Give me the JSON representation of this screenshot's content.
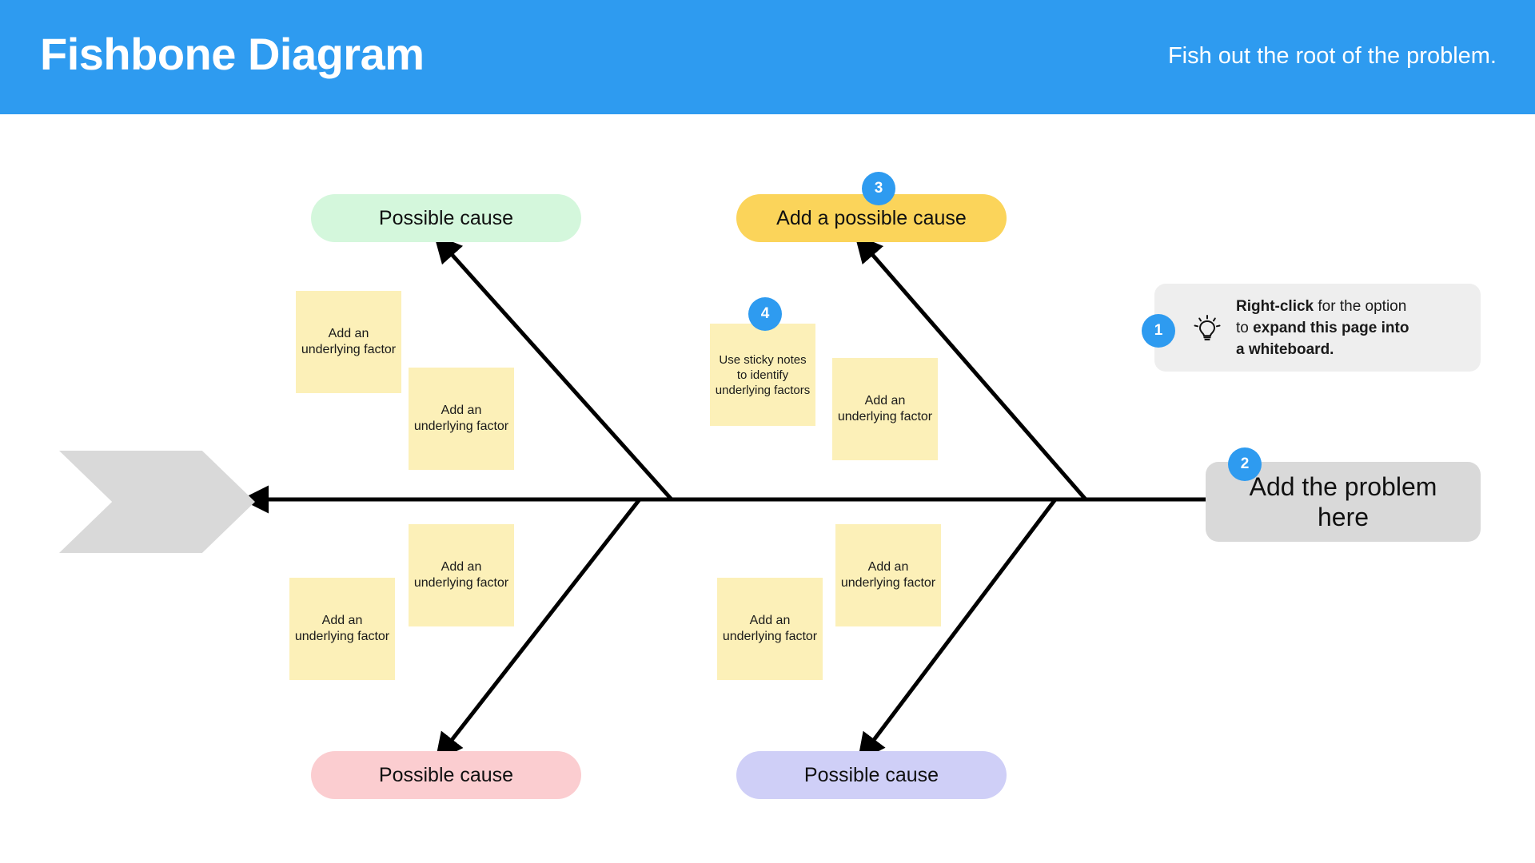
{
  "header": {
    "title": "Fishbone Diagram",
    "tagline": "Fish out the root of the problem."
  },
  "colors": {
    "header_blue": "#2e9bf0",
    "badge_blue": "#2e9bf0",
    "cause_green": "#d4f7dc",
    "cause_yellow": "#fbd45a",
    "cause_pink": "#fbcdd0",
    "cause_lavender": "#cfcff7",
    "sticky_yellow": "#fcf0b8",
    "problem_gray": "#d9d9d9",
    "tail_gray": "#d9d9d9",
    "tooltip_gray": "#eeeeee",
    "bone_black": "#000000"
  },
  "diagram": {
    "type": "fishbone",
    "problem": {
      "label": "Add the problem here",
      "badge": "2"
    },
    "tail": {
      "name": "fish-tail"
    },
    "causes": [
      {
        "id": "cause-top-left",
        "label": "Possible cause",
        "color": "#d4f7dc",
        "position": "top-left",
        "badge": null
      },
      {
        "id": "cause-top-right",
        "label": "Add a possible cause",
        "color": "#fbd45a",
        "position": "top-right",
        "badge": "3"
      },
      {
        "id": "cause-bottom-left",
        "label": "Possible cause",
        "color": "#fbcdd0",
        "position": "bottom-left",
        "badge": null
      },
      {
        "id": "cause-bottom-right",
        "label": "Possible cause",
        "color": "#cfcff7",
        "position": "bottom-right",
        "badge": null
      }
    ],
    "sticky_notes": [
      {
        "id": "note-tl-1",
        "text": "Add an underlying factor",
        "badge": null
      },
      {
        "id": "note-tl-2",
        "text": "Add an underlying factor",
        "badge": null
      },
      {
        "id": "note-tr-1",
        "text": "Use sticky notes to identify underlying factors",
        "badge": "4"
      },
      {
        "id": "note-tr-2",
        "text": "Add an underlying factor",
        "badge": null
      },
      {
        "id": "note-bl-1",
        "text": "Add an underlying factor",
        "badge": null
      },
      {
        "id": "note-bl-2",
        "text": "Add an underlying factor",
        "badge": null
      },
      {
        "id": "note-br-1",
        "text": "Add an underlying factor",
        "badge": null
      },
      {
        "id": "note-br-2",
        "text": "Add an underlying factor",
        "badge": null
      }
    ]
  },
  "tooltip": {
    "badge": "1",
    "icon": "lightbulb-icon",
    "line1_bold": "Right-click",
    "line1_rest": " for the option",
    "line2_rest": "to ",
    "line2_bold": "expand this page into",
    "line3_bold": "a whiteboard."
  }
}
